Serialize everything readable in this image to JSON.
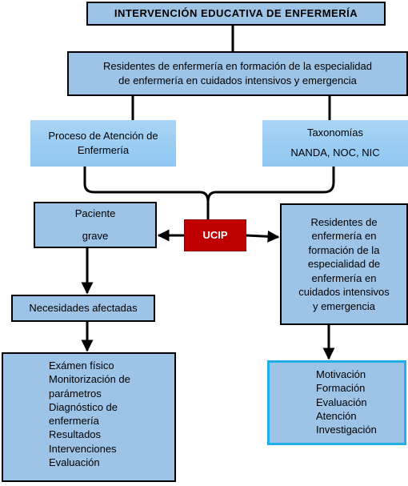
{
  "nodes": {
    "title": "INTERVENCIÓN EDUCATIVA DE ENFERMERÍA",
    "residents_top": "Residentes de enfermería en formación de la especialidad\nde enfermería en cuidados intensivos y emergencia",
    "pae": "Proceso de Atención de\nEnfermería",
    "taxonomies": "Taxonomías\nNANDA, NOC, NIC",
    "patient_line1": "Paciente",
    "patient_line2": "grave",
    "ucip": "UCIP",
    "residents_right": "Residentes de\nenfermería en\nformación de la\nespecialidad de\nenfermería en\ncuidados intensivos\ny emergencia",
    "needs": "Necesidades afectadas",
    "procedures": "Exámen físico\nMonitorización de\nparámetros\nDiagnóstico de\nenfermería\nResultados\nIntervenciones\nEvaluación",
    "roles": "Motivación\nFormación\nEvaluación\nAtención\nInvestigación"
  },
  "colors": {
    "box_fill": "#9dc3e6",
    "ucip_fill": "#c00000",
    "roles_border": "#22aee8"
  }
}
